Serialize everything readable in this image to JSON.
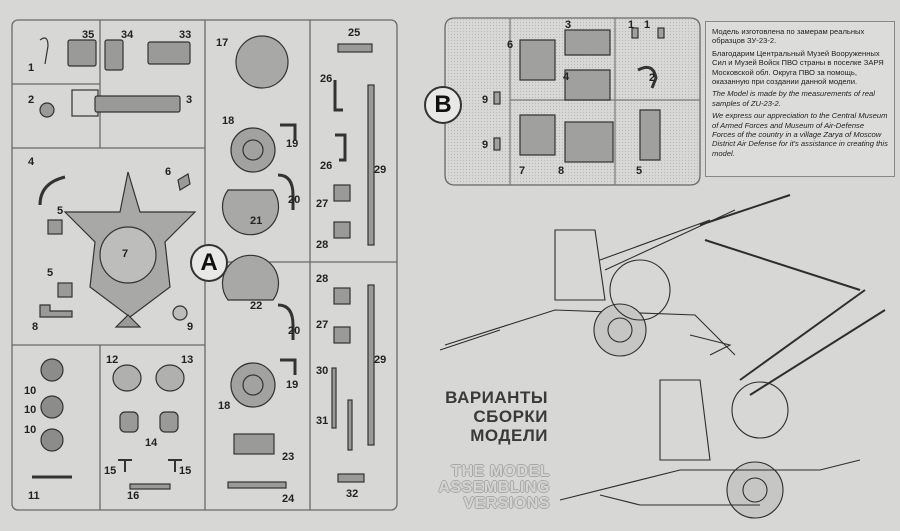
{
  "sprue_a": {
    "letter": "A",
    "part_numbers": [
      "1",
      "2",
      "3",
      "4",
      "5",
      "5",
      "6",
      "7",
      "8",
      "9",
      "10",
      "10",
      "10",
      "11",
      "12",
      "13",
      "14",
      "15",
      "15",
      "16",
      "17",
      "18",
      "18",
      "19",
      "19",
      "20",
      "20",
      "21",
      "22",
      "23",
      "24",
      "25",
      "26",
      "26",
      "27",
      "27",
      "28",
      "28",
      "29",
      "29",
      "30",
      "31",
      "32",
      "33",
      "34",
      "35"
    ]
  },
  "sprue_b": {
    "letter": "B",
    "part_numbers": [
      "1",
      "1",
      "2",
      "3",
      "4",
      "5",
      "6",
      "7",
      "8",
      "9",
      "9"
    ]
  },
  "note": {
    "ru_1": "Модель изготовлена по замерам реальных образцов ЗУ-23-2.",
    "ru_2": "Благодарим Центральный Музей Вооруженных Сил и Музей Войск ПВО страны в поселке ЗАРЯ Московской обл. Округа ПВО за помощь, оказанную при создании данной модели.",
    "en_1": "The Model is made by the measurements of real samples of ZU-23-2.",
    "en_2": "We express our appreciation to the Central Museum of Armed Forces and Museum of Air-Defense Forces of the country in a village Zarya of Moscow District Air Defense for it's assistance in creating this model."
  },
  "titles": {
    "ru_line1": "ВАРИАНТЫ",
    "ru_line2": "СБОРКИ",
    "ru_line3": "МОДЕЛИ",
    "en_line1": "THE MODEL",
    "en_line2": "ASSEMBLING",
    "en_line3": "VERSIONS"
  }
}
